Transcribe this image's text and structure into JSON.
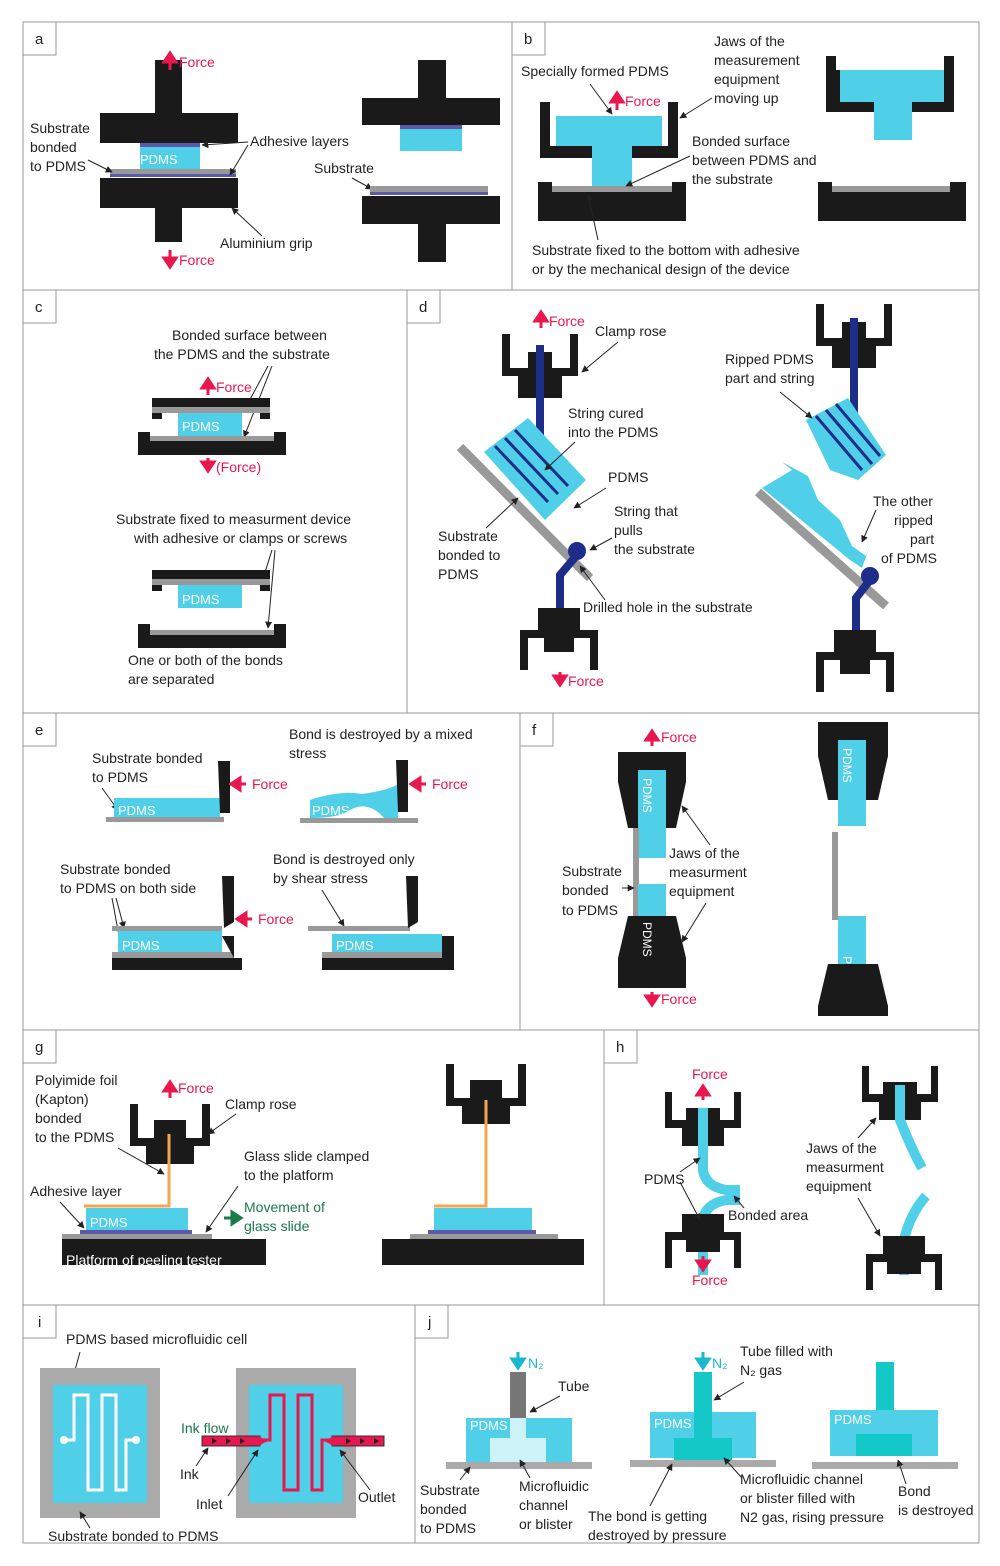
{
  "panels": {
    "a": "a",
    "b": "b",
    "c": "c",
    "d": "d",
    "e": "e",
    "f": "f",
    "g": "g",
    "h": "h",
    "i": "i",
    "j": "j"
  },
  "force": "Force",
  "force_paren": "(Force)",
  "pdms": "PDMS",
  "a": {
    "substrate_bonded_1": "Substrate",
    "substrate_bonded_2": "bonded",
    "substrate_bonded_3": "to PDMS",
    "adhesive_layers": "Adhesive layers",
    "substrate": "Substrate",
    "aluminium_grip": "Aluminium grip"
  },
  "b": {
    "specially_formed": "Specially formed PDMS",
    "jaws_1": "Jaws of the",
    "jaws_2": "measurement",
    "jaws_3": "equipment",
    "jaws_4": "moving up",
    "bonded_1": "Bonded surface",
    "bonded_2": "between PDMS and",
    "bonded_3": "the substrate",
    "fixed_1": "Substrate fixed to the bottom with adhesive",
    "fixed_2": "or by the mechanical design of the device"
  },
  "c": {
    "bonded_1": "Bonded surface between",
    "bonded_2": "the PDMS and the substrate",
    "fixed_1": "Substrate fixed to measurment device",
    "fixed_2": "with adhesive or clamps or screws",
    "sep_1": "One or both of the bonds",
    "sep_2": "are separated"
  },
  "d": {
    "clamp_rose": "Clamp rose",
    "string_cured_1": "String cured",
    "string_cured_2": "into the PDMS",
    "pdms": "PDMS",
    "string_pulls_1": "String that",
    "string_pulls_2": "pulls",
    "string_pulls_3": "the substrate",
    "substrate_1": "Substrate",
    "substrate_2": "bonded to",
    "substrate_3": "PDMS",
    "drilled": "Drilled hole in the substrate",
    "ripped_1": "Ripped PDMS",
    "ripped_2": "part and string",
    "other_1": "The other",
    "other_2": "ripped",
    "other_3": "part",
    "other_4": "of PDMS"
  },
  "e": {
    "sub1_1": "Substrate bonded",
    "sub1_2": "to PDMS",
    "mixed_1": "Bond is destroyed by a mixed",
    "mixed_2": "stress",
    "sub2_1": "Substrate bonded",
    "sub2_2": "to PDMS on both side",
    "shear_1": "Bond is destroyed only",
    "shear_2": "by shear stress"
  },
  "f": {
    "sub_1": "Substrate",
    "sub_2": "bonded",
    "sub_3": "to PDMS",
    "jaws_1": "Jaws of the",
    "jaws_2": "measurment",
    "jaws_3": "equipment"
  },
  "g": {
    "poly_1": "Polyimide foil",
    "poly_2": "(Kapton)",
    "poly_3": "bonded",
    "poly_4": "to the PDMS",
    "clamp_rose": "Clamp rose",
    "glass_1": "Glass slide clamped",
    "glass_2": "to the platform",
    "adhesive": "Adhesive layer",
    "move_1": "Movement of",
    "move_2": "glass slide",
    "platform": "Platform of peeling tester"
  },
  "h": {
    "pdms": "PDMS",
    "jaws_1": "Jaws of the",
    "jaws_2": "measurment",
    "jaws_3": "equipment",
    "bonded_area": "Bonded area"
  },
  "i": {
    "cell": "PDMS based microfluidic cell",
    "ink_flow": "Ink flow",
    "ink": "Ink",
    "inlet": "Inlet",
    "outlet": "Outlet",
    "substrate": "Substrate bonded to PDMS"
  },
  "j": {
    "n2": "N₂",
    "tube": "Tube",
    "tube_filled_1": "Tube filled with",
    "tube_filled_2": "N₂ gas",
    "sub_1": "Substrate",
    "sub_2": "bonded",
    "sub_3": "to PDMS",
    "micro_1": "Microfluidic",
    "micro_2": "channel",
    "micro_3": "or blister",
    "destroy_1": "The bond is getting",
    "destroy_2": "destroyed by pressure",
    "filled_1": "Microfluidic channel",
    "filled_2": "or blister filled with",
    "filled_3": "N2 gas, rising pressure",
    "bond_1": "Bond",
    "bond_2": "is destroyed"
  }
}
